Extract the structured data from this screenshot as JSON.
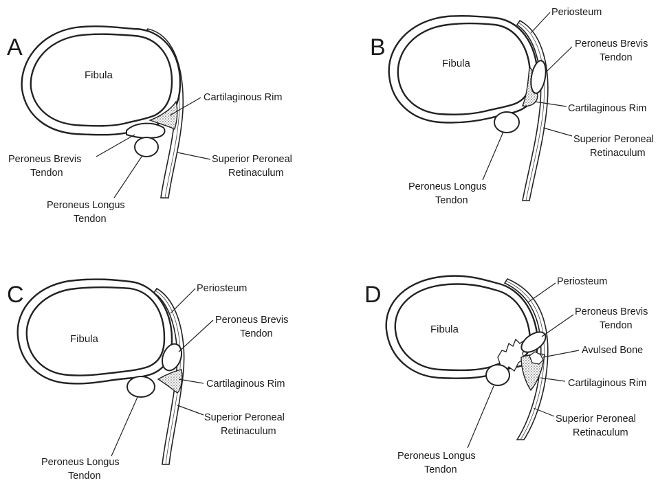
{
  "panels": {
    "A": {
      "letter": "A",
      "fibula": "Fibula",
      "cartilaginous_rim": "Cartilaginous Rim",
      "peroneus_brevis": [
        "Peroneus Brevis",
        "Tendon"
      ],
      "superior_peroneal": [
        "Superior Peroneal",
        "Retinaculum"
      ],
      "peroneus_longus": [
        "Peroneus Longus",
        "Tendon"
      ]
    },
    "B": {
      "letter": "B",
      "fibula": "Fibula",
      "periosteum": "Periosteum",
      "peroneus_brevis": [
        "Peroneus Brevis",
        "Tendon"
      ],
      "cartilaginous_rim": "Cartilaginous Rim",
      "superior_peroneal": [
        "Superior Peroneal",
        "Retinaculum"
      ],
      "peroneus_longus": [
        "Peroneus Longus",
        "Tendon"
      ]
    },
    "C": {
      "letter": "C",
      "fibula": "Fibula",
      "periosteum": "Periosteum",
      "peroneus_brevis": [
        "Peroneus Brevis",
        "Tendon"
      ],
      "cartilaginous_rim": "Cartilaginous Rim",
      "superior_peroneal": [
        "Superior Peroneal",
        "Retinaculum"
      ],
      "peroneus_longus": [
        "Peroneus Longus",
        "Tendon"
      ]
    },
    "D": {
      "letter": "D",
      "fibula": "Fibula",
      "periosteum": "Periosteum",
      "peroneus_brevis": [
        "Peroneus Brevis",
        "Tendon"
      ],
      "avulsed_bone": "Avulsed Bone",
      "cartilaginous_rim": "Cartilaginous Rim",
      "superior_peroneal": [
        "Superior Peroneal",
        "Retinaculum"
      ],
      "peroneus_longus": [
        "Peroneus Longus",
        "Tendon"
      ]
    }
  },
  "colors": {
    "ink": "#222222",
    "background": "#ffffff"
  }
}
